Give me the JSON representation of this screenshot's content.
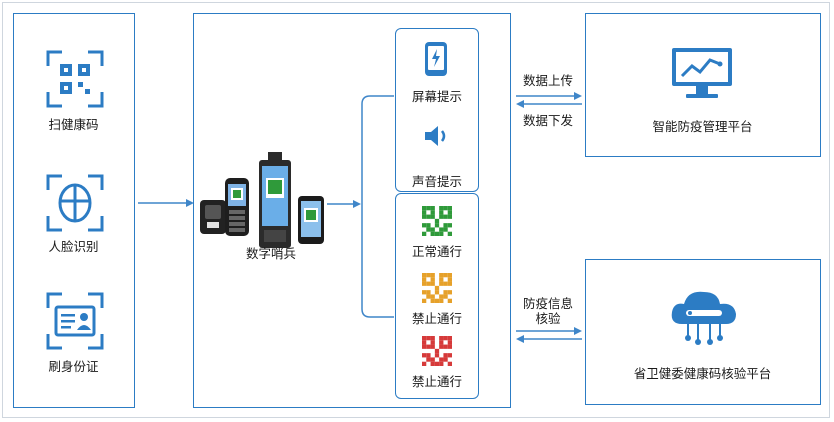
{
  "methods": [
    {
      "label": "扫健康码",
      "icon": "qr-scan-icon"
    },
    {
      "label": "人脸识别",
      "icon": "face-scan-icon"
    },
    {
      "label": "刷身份证",
      "icon": "id-card-icon"
    }
  ],
  "device": {
    "label": "数字哨兵"
  },
  "prompts": [
    {
      "label": "屏幕提示",
      "icon": "phone-screen-icon"
    },
    {
      "label": "声音提示",
      "icon": "speaker-icon"
    }
  ],
  "pass_results": [
    {
      "label": "正常通行",
      "color": "#2f9a3a",
      "icon": "green-qr-icon"
    },
    {
      "label": "禁止通行",
      "color": "#e6a12a",
      "icon": "yellow-qr-icon"
    },
    {
      "label": "禁止通行",
      "color": "#d63a3a",
      "icon": "red-qr-icon"
    }
  ],
  "platforms": {
    "smart": {
      "label": "智能防疫管理平台",
      "icon": "monitor-chart-icon"
    },
    "province": {
      "label": "省卫健委健康码核验平台",
      "icon": "cloud-network-icon"
    }
  },
  "links": {
    "upload": "数据上传",
    "download": "数据下发",
    "verify_line1": "防疫信息",
    "verify_line2": "核验"
  },
  "colors": {
    "accent": "#2c7cc4",
    "arrow": "#3f86c9"
  }
}
